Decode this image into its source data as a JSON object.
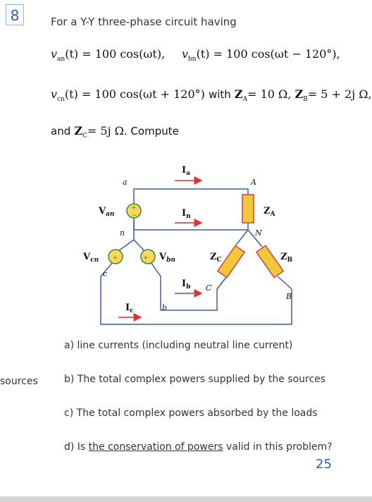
{
  "page_number": "8",
  "intro": "For a Y-Y three-phase circuit having",
  "eq1a": {
    "v": "v",
    "sub": "an",
    "rest": "(t) = 100 cos(ωt),"
  },
  "eq1b": {
    "v": "v",
    "sub": "bn",
    "rest": "(t) = 100 cos(ωt − 120°),"
  },
  "eq2": {
    "v": "v",
    "sub": "cn",
    "rest": "(t) = 100 cos(ωt + 120°)",
    "with": "with",
    "za": "Z",
    "za_sub": "A",
    "za_val": "= 10 Ω, ",
    "zb": "Z",
    "zb_sub": "B",
    "zb_val": "= 5 + 2j Ω,"
  },
  "eq3": {
    "and": "and",
    "zc": "Z",
    "zc_sub": "C",
    "zc_val": "= 5j Ω",
    "compute": ". Compute"
  },
  "circuit": {
    "Ia": "I",
    "Ia_sub": "a",
    "In": "I",
    "In_sub": "n",
    "Ib": "I",
    "Ib_sub": "b",
    "Ic": "I",
    "Ic_sub": "c",
    "Van": "V",
    "Van_sub": "an",
    "Vbn": "V",
    "Vbn_sub": "bn",
    "Vcn": "V",
    "Vcn_sub": "cn",
    "ZA": "Z",
    "ZA_sub": "A",
    "ZB": "Z",
    "ZB_sub": "B",
    "ZC": "Z",
    "ZC_sub": "C",
    "node_a": "a",
    "node_b": "b",
    "node_c": "c",
    "node_n": "n",
    "node_A": "A",
    "node_B": "B",
    "node_C": "C",
    "node_N": "N",
    "plus": "+",
    "minus": "−"
  },
  "side_label": "sources",
  "questions": {
    "a": "a)  line currents (including neutral line current)",
    "b": "b)  The total complex powers supplied by the sources",
    "c": "c)  The total complex powers absorbed by the loads",
    "d_prefix": "d)  Is ",
    "d_link": "the conservation of powers",
    "d_suffix": " valid in this problem?"
  },
  "slide_number": "25",
  "colors": {
    "accent": "#2a5fb0",
    "wire": "#3a5fa0",
    "load": "#f0c93a",
    "arrow": "#e03030",
    "source": "#f7d85a"
  }
}
